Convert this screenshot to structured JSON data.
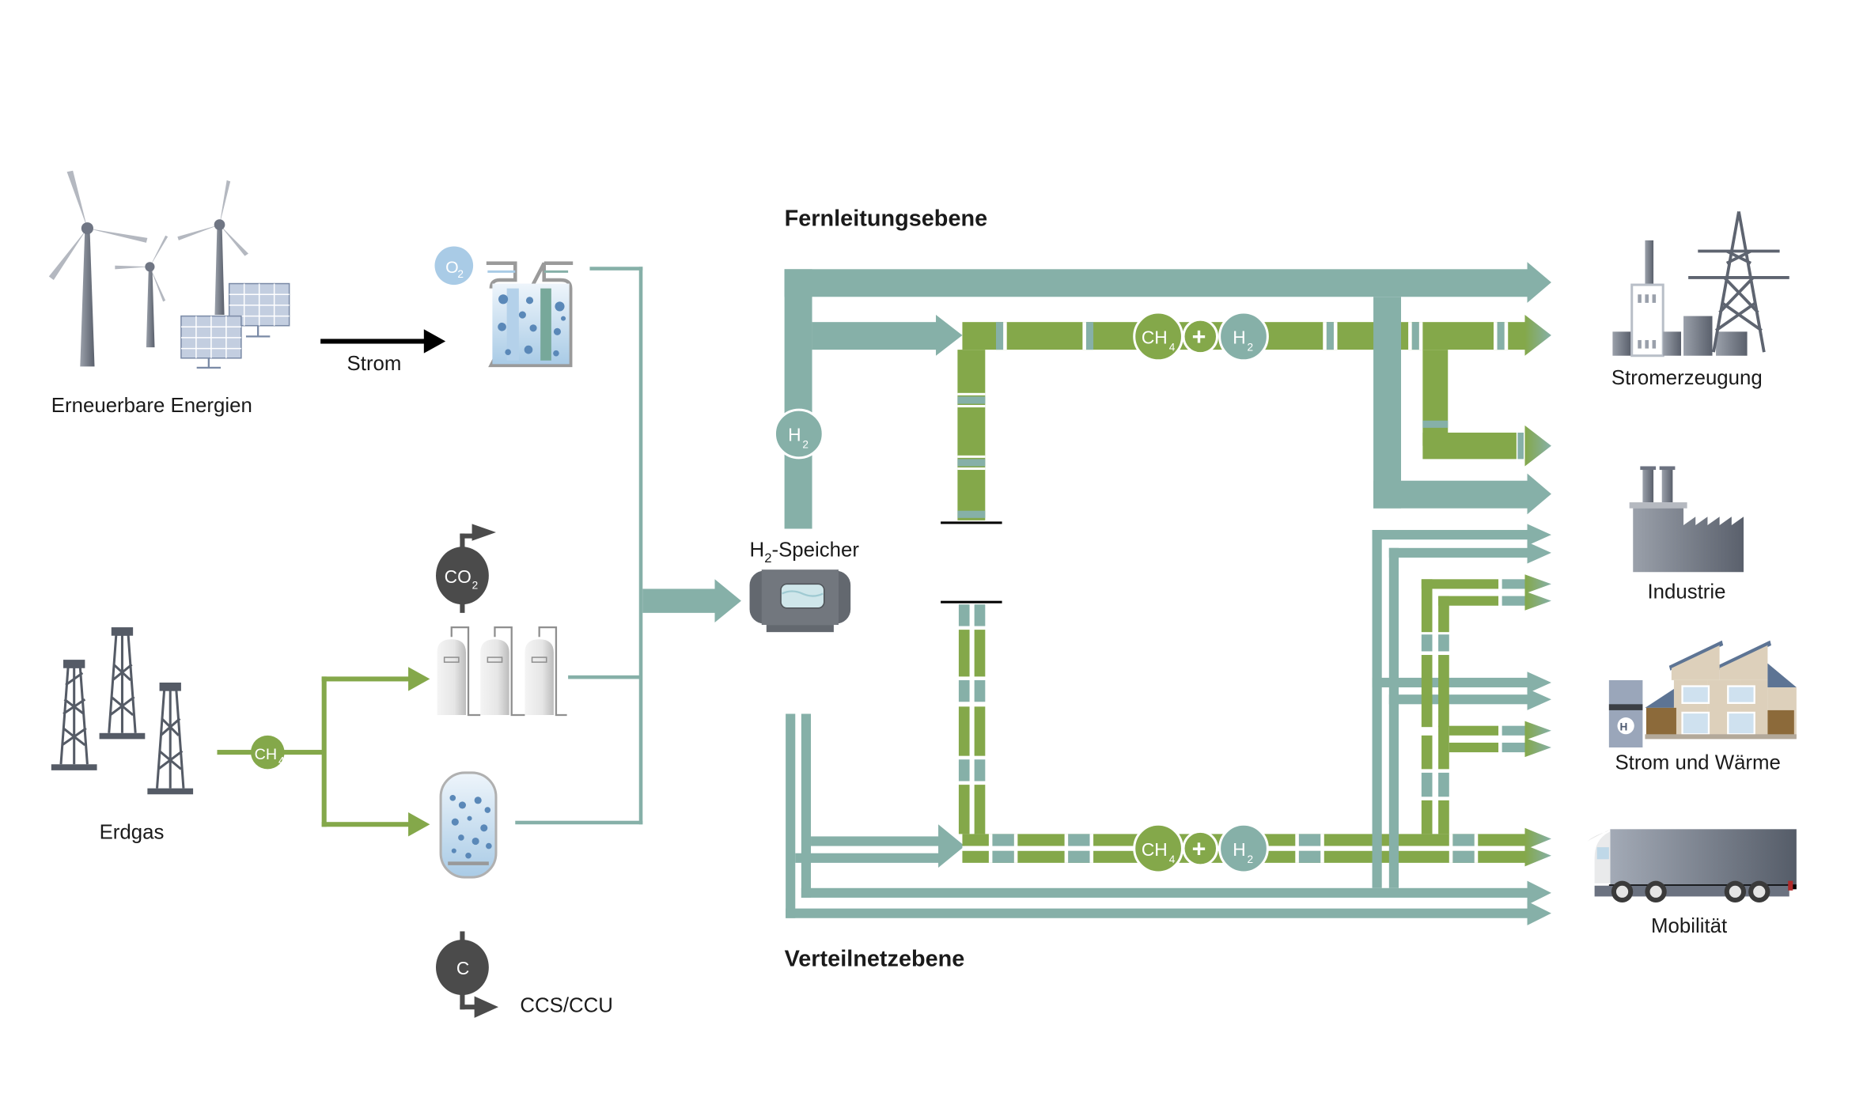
{
  "colors": {
    "hydrogen_pipe": "#86b0a8",
    "methane_pipe": "#84a84a",
    "power_arrow": "#000000",
    "carbon_badge": "#4b4b4b",
    "oxygen_badge": "#a9cbe6",
    "icon_gray": "#6c7280"
  },
  "sources": {
    "renewables_label": "Erneuerbare Energien",
    "power_label": "Strom",
    "natural_gas_label": "Erdgas",
    "ccs_label": "CCS/CCU"
  },
  "molecules": {
    "o2": {
      "main": "O",
      "sub": "2"
    },
    "co2": {
      "main": "CO",
      "sub": "2"
    },
    "ch4": {
      "main": "CH",
      "sub": "4"
    },
    "h2": {
      "main": "H",
      "sub": "2"
    },
    "c": {
      "main": "C"
    },
    "plus": "+"
  },
  "storage": {
    "label_main": "H",
    "label_sub": "2",
    "label_rest": "-Speicher"
  },
  "levels": {
    "transmission": "Fernleitungsebene",
    "distribution": "Verteilnetzebene"
  },
  "consumers": [
    {
      "label": "Stromerzeugung"
    },
    {
      "label": "Industrie"
    },
    {
      "label": "Strom und Wärme"
    },
    {
      "label": "Mobilität"
    }
  ]
}
